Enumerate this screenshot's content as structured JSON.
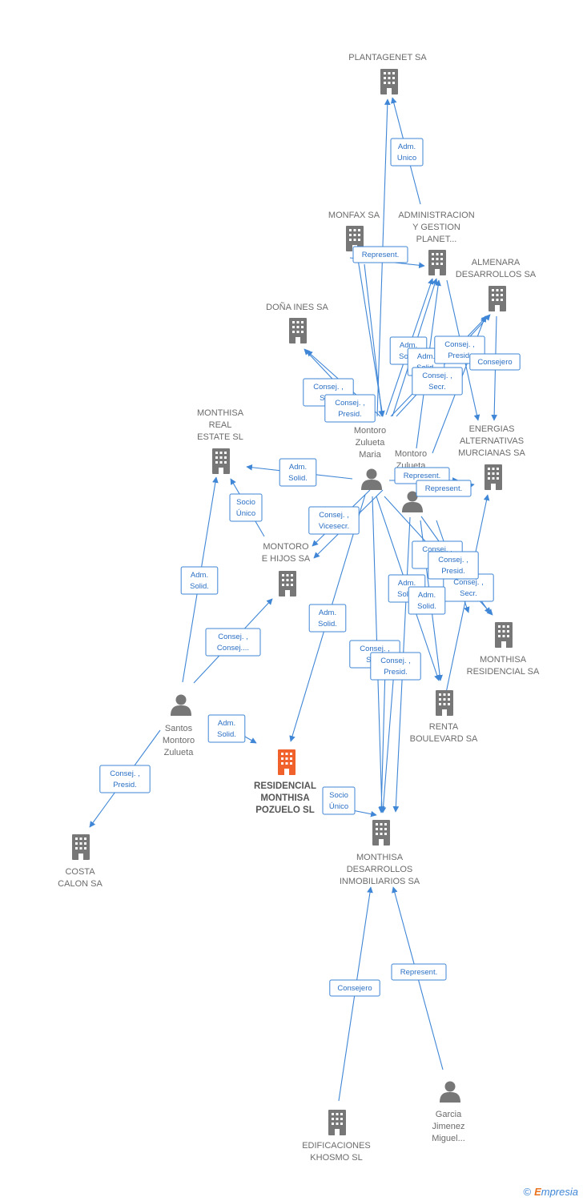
{
  "colors": {
    "edge": "#3f86d6",
    "building": "#777777",
    "main_building": "#f0612c",
    "person": "#777777"
  },
  "nodes": [
    {
      "id": "plantagenet",
      "kind": "company",
      "lines": [
        "PLANTAGENET SA"
      ]
    },
    {
      "id": "monfax",
      "kind": "company",
      "lines": [
        "MONFAX SA"
      ]
    },
    {
      "id": "admin",
      "kind": "company",
      "lines": [
        "ADMINISTRACION",
        "Y GESTION",
        "PLANET..."
      ]
    },
    {
      "id": "almenara",
      "kind": "company",
      "lines": [
        "ALMENARA",
        "DESARROLLOS SA"
      ]
    },
    {
      "id": "donaines",
      "kind": "company",
      "lines": [
        "DOÑA INES SA"
      ]
    },
    {
      "id": "energias",
      "kind": "company",
      "lines": [
        "ENERGIAS",
        "ALTERNATIVAS",
        "MURCIANAS SA"
      ]
    },
    {
      "id": "realestate",
      "kind": "company",
      "lines": [
        "MONTHISA",
        "REAL",
        "ESTATE  SL"
      ]
    },
    {
      "id": "hijos",
      "kind": "company",
      "lines": [
        "MONTORO",
        "E HIJOS SA"
      ]
    },
    {
      "id": "residencial",
      "kind": "company",
      "lines": [
        "MONTHISA",
        "RESIDENCIAL SA"
      ]
    },
    {
      "id": "renta",
      "kind": "company",
      "lines": [
        "RENTA",
        "BOULEVARD SA"
      ]
    },
    {
      "id": "pozuelo",
      "kind": "main",
      "lines": [
        "RESIDENCIAL",
        "MONTHISA",
        "POZUELO  SL"
      ]
    },
    {
      "id": "costacalon",
      "kind": "company",
      "lines": [
        "COSTA",
        "CALON SA"
      ]
    },
    {
      "id": "desarrollos",
      "kind": "company",
      "lines": [
        "MONTHISA",
        "DESARROLLOS",
        "INMOBILIARIOS SA"
      ]
    },
    {
      "id": "khosmo",
      "kind": "company",
      "lines": [
        "EDIFICACIONES",
        "KHOSMO  SL"
      ]
    },
    {
      "id": "maria",
      "kind": "person",
      "lines": [
        "Montoro",
        "Zulueta",
        "Maria"
      ]
    },
    {
      "id": "montoro2",
      "kind": "person",
      "lines": [
        "Montoro",
        "Zulueta"
      ]
    },
    {
      "id": "santos",
      "kind": "person",
      "lines": [
        "Santos",
        "Montoro",
        "Zulueta"
      ]
    },
    {
      "id": "garcia",
      "kind": "person",
      "lines": [
        "Garcia",
        "Jimenez",
        "Miguel..."
      ]
    }
  ],
  "edge_labels": [
    [
      "Adm.",
      "Unico"
    ],
    [
      "Represent."
    ],
    [
      "Consej. ,",
      "Secr."
    ],
    [
      "Consej. ,",
      "Presid."
    ],
    [
      "Adm.",
      "Solid."
    ],
    [
      "Adm.",
      "Solid."
    ],
    [
      "Consej. ,",
      "Presid."
    ],
    [
      "Consej. ,",
      "Secr."
    ],
    [
      "Consej. ,",
      "Presid."
    ],
    [
      "Consejero"
    ],
    [
      "Consej. ,",
      "Secr."
    ],
    [
      "Consej. ,",
      "Presid."
    ],
    [
      "Adm.",
      "Solid."
    ],
    [
      "Socio",
      "Único"
    ],
    [
      "Represent."
    ],
    [
      "Represent."
    ],
    [
      "Consej. ,",
      "Vicesecr."
    ],
    [
      "Adm.",
      "Solid."
    ],
    [
      "Consej. ,",
      "Secr."
    ],
    [
      "Consej. ,",
      "Presid."
    ],
    [
      "Consej. ,",
      "Secr."
    ],
    [
      "Adm.",
      "Solid."
    ],
    [
      "Adm.",
      "Solid."
    ],
    [
      "Adm.",
      "Solid."
    ],
    [
      "Consej. ,",
      "Consej...."
    ],
    [
      "Consej. ,",
      "Secr."
    ],
    [
      "Consej. ,",
      "Presid."
    ],
    [
      "Adm.",
      "Solid."
    ],
    [
      "Consej. ,",
      "Presid."
    ],
    [
      "Socio",
      "Único"
    ],
    [
      "Consejero"
    ],
    [
      "Represent."
    ]
  ],
  "brand": {
    "copyright": "©",
    "e": "E",
    "rest": "mpresia"
  }
}
